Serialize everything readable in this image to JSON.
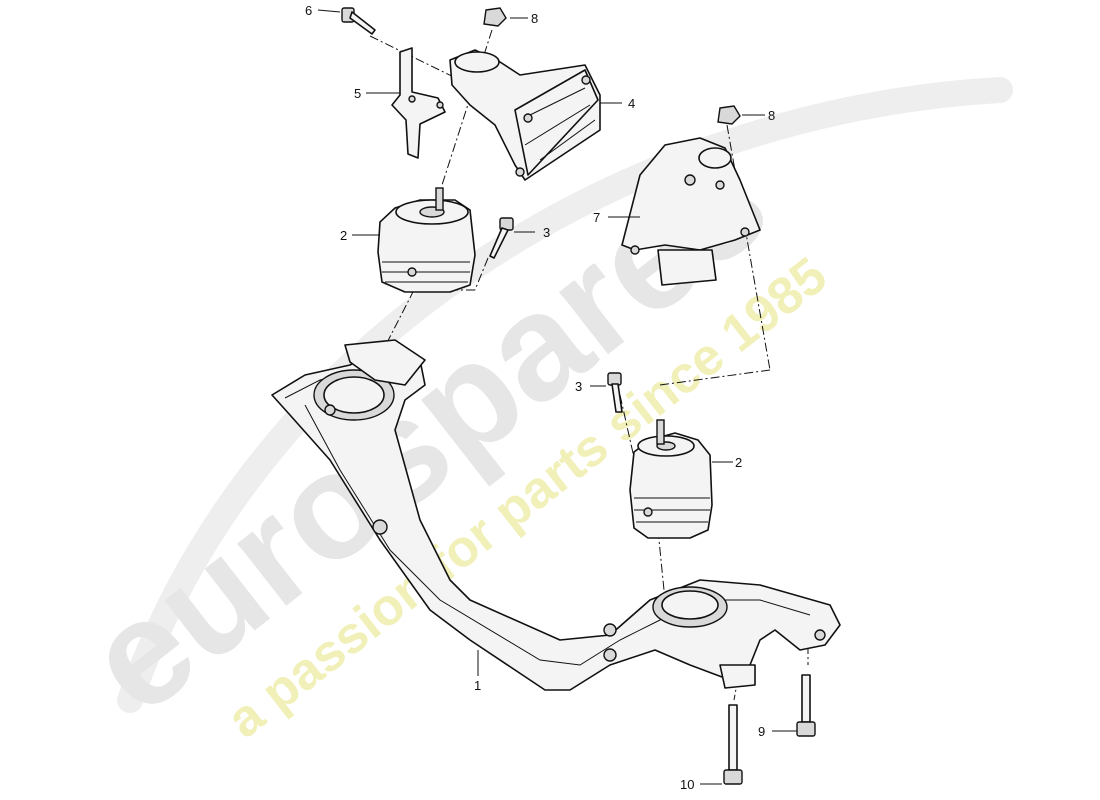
{
  "watermark": {
    "brand": "eurospares",
    "tagline": "a passion for parts since 1985",
    "colors": {
      "brand": "#e6e6e6",
      "tagline": "#f1f0b8"
    }
  },
  "callouts": [
    {
      "id": "c1",
      "number": "1"
    },
    {
      "id": "c2a",
      "number": "2"
    },
    {
      "id": "c2b",
      "number": "2"
    },
    {
      "id": "c3a",
      "number": "3"
    },
    {
      "id": "c3b",
      "number": "3"
    },
    {
      "id": "c4",
      "number": "4"
    },
    {
      "id": "c5",
      "number": "5"
    },
    {
      "id": "c6",
      "number": "6"
    },
    {
      "id": "c7",
      "number": "7"
    },
    {
      "id": "c8a",
      "number": "8"
    },
    {
      "id": "c8b",
      "number": "8"
    },
    {
      "id": "c9",
      "number": "9"
    },
    {
      "id": "c10",
      "number": "10"
    }
  ]
}
